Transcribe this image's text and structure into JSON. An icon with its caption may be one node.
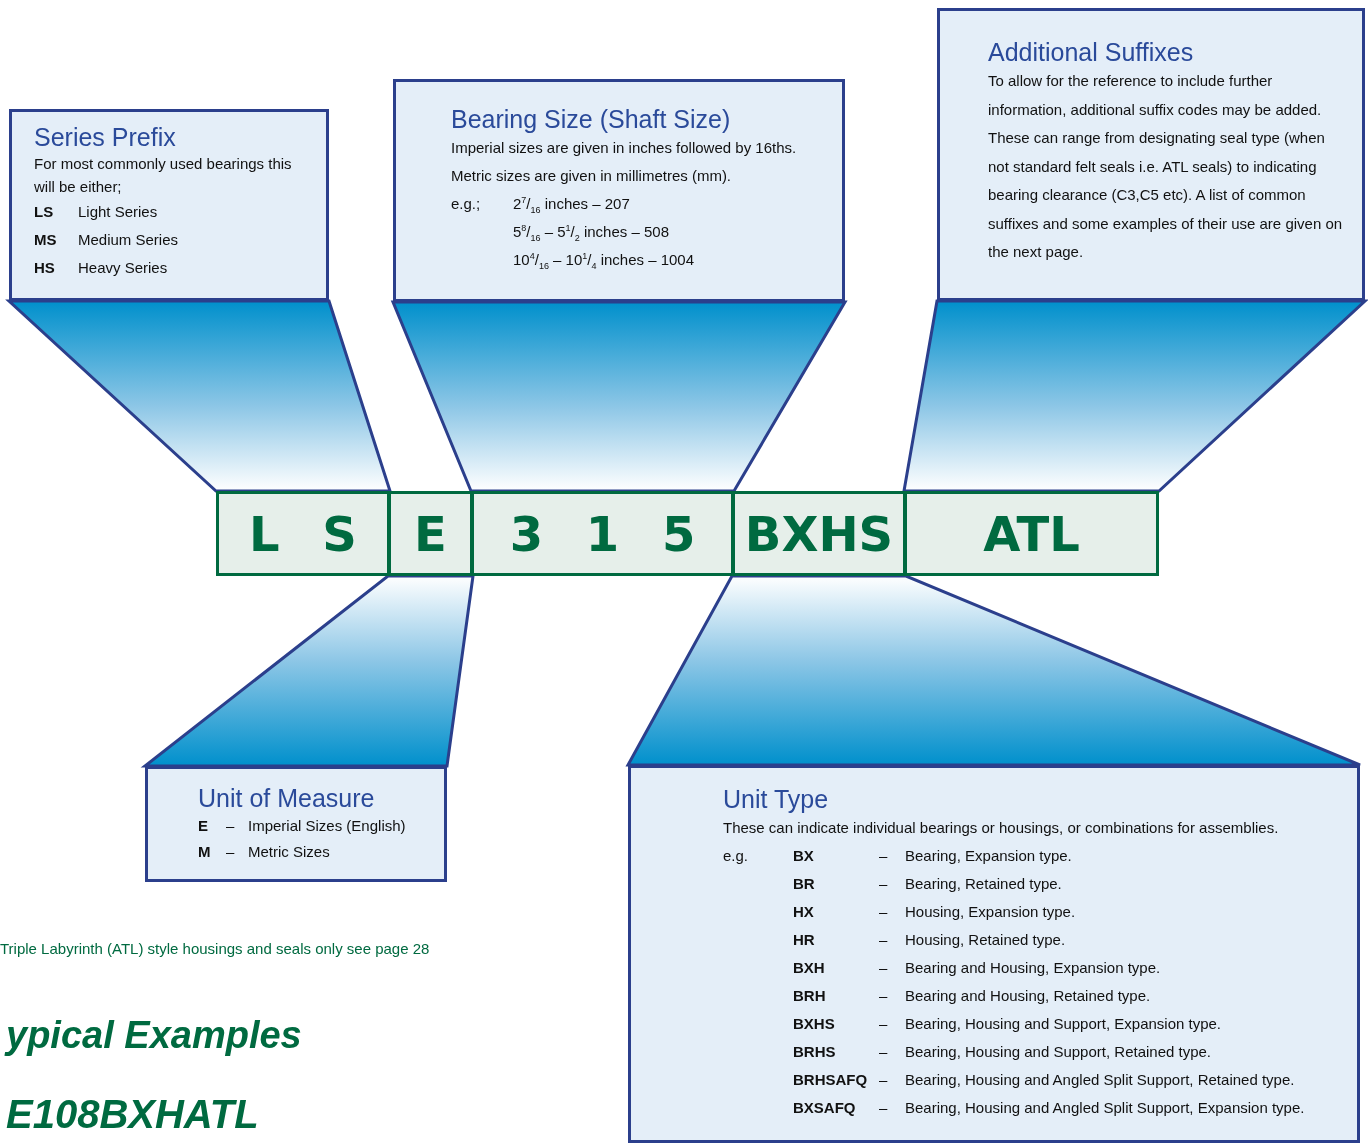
{
  "diagram": {
    "nodes": [
      {
        "text": [
          "Series Prefix",
          "For most commonly used bearings this will be either;",
          "LS",
          "Light Series",
          "MS",
          "Medium Series",
          "HS",
          "Heavy Series"
        ]
      },
      {
        "text": [
          "Bearing Size (Shaft Size)",
          "Imperial sizes are given in inches followed by 16ths.",
          "Metric sizes are given in millimetres (mm).",
          "e.g.;",
          "2$^{7}$/$_{16}$ inches – 207",
          "5$^{8}$/$_{16}$ – 5$^{1}$/$_{2}$ inches – 508",
          "10$^{4}$/$_{16}$ – 10$^{1}$/$_{4}$ inches – 1004"
        ]
      },
      {
        "text": [
          "Additional Suffixes",
          "To allow for the reference to include further information, additional suffix codes may be added. These can range from designating seal type (when not standard felt seals i.e. ATL seals) to indicating bearing clearance (C3,C5 etc). A list of common suffixes and some examples of their use are given on the next page."
        ]
      },
      {
        "text": [
          "L S"
        ]
      },
      {
        "text": [
          "E"
        ]
      },
      {
        "text": [
          "3 1 5"
        ]
      },
      {
        "text": [
          "BXHS"
        ]
      },
      {
        "text": [
          "ATL"
        ]
      },
      {
        "text": [
          "Unit of Measure",
          "E",
          "–",
          "Imperial Sizes (English)",
          "M",
          "–",
          "Metric Sizes"
        ]
      },
      {
        "text": [
          "Unit Type",
          "These can indicate individual bearings or housings, or combinations for assemblies.",
          "e.g.",
          "BX",
          "–",
          "Bearing, Expansion type.",
          "BR",
          "–",
          "Bearing, Retained type.",
          "HX",
          "–",
          "Housing, Expansion type.",
          "HR",
          "–",
          "Housing, Retained type.",
          "BXH",
          "–",
          "Bearing and Housing, Expansion type.",
          "BRH",
          "–",
          "Bearing and Housing, Retained type.",
          "BXHS",
          "–",
          "Bearing, Housing and Support, Expansion type.",
          "BRHS",
          "–",
          "Bearing, Housing and Support, Retained type.",
          "BRHSAFQ",
          "–",
          "Bearing, Housing and Angled Split Support, Retained type.",
          "BXSAFQ",
          "–",
          "Bearing, Housing and Angled Split Support, Expansion type."
        ]
      }
    ],
    "edges": [
      {
        "from": 0,
        "to": 3,
        "arrow": "none"
      },
      {
        "from": 1,
        "to": 5,
        "arrow": "none"
      },
      {
        "from": 2,
        "to": 7,
        "arrow": "none"
      },
      {
        "from": 4,
        "to": 8,
        "arrow": "none"
      },
      {
        "from": 6,
        "to": 9,
        "arrow": "none"
      }
    ],
    "labels": [
      "Triple Labyrinth (ATL) style housings and seals only see page 28",
      "ypical Examples",
      "E108BXHATL"
    ]
  }
}
